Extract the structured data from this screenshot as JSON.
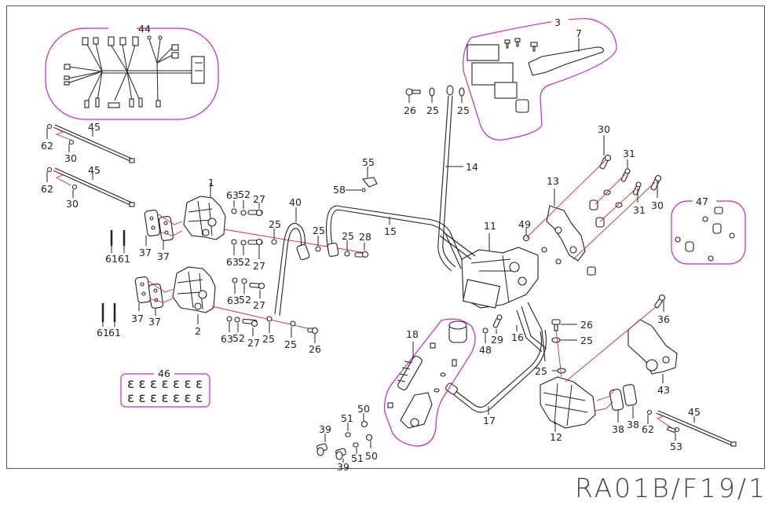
{
  "diagram": {
    "title": "Brake system / ABS exploded parts view",
    "drawing_code": "RA01B/F19/1",
    "colors": {
      "group_outline": "#c22cc2",
      "assembly_line": "#d0302a",
      "ink": "#222222"
    },
    "labels": {
      "l44": "44",
      "l45a": "45",
      "l45b": "45",
      "l45c": "45",
      "l62a": "62",
      "l62b": "62",
      "l62c": "62",
      "l30a": "30",
      "l30b": "30",
      "l30c": "30",
      "l30d": "30",
      "l1": "1",
      "l2": "2",
      "l3": "3",
      "l7": "7",
      "l63a": "63",
      "l52a": "52",
      "l27a": "27",
      "l63b": "63",
      "l52b": "52",
      "l27b": "27",
      "l63c": "63",
      "l52c": "52",
      "l27c": "27",
      "l63d": "63",
      "l52d": "52",
      "l27d": "27",
      "l37a": "37",
      "l37b": "37",
      "l37c": "37",
      "l37d": "37",
      "l61a": "61",
      "l61b": "61",
      "l61c": "61",
      "l61d": "61",
      "l40": "40",
      "l15": "15",
      "l14": "14",
      "l11": "11",
      "l13": "13",
      "l16": "16",
      "l17": "17",
      "l18": "18",
      "l12": "12",
      "l25a": "25",
      "l25b": "25",
      "l25c": "25",
      "l25d": "25",
      "l25e": "25",
      "l25f": "25",
      "l25g": "25",
      "l25h": "25",
      "l25i": "25",
      "l26a": "26",
      "l26b": "26",
      "l26c": "26",
      "l28": "28",
      "l55": "55",
      "l58": "58",
      "l31a": "31",
      "l31b": "31",
      "l49": "49",
      "l47": "47",
      "l29": "29",
      "l48": "48",
      "l36": "36",
      "l43": "43",
      "l38a": "38",
      "l38b": "38",
      "l53": "53",
      "l46": "46",
      "l39a": "39",
      "l39b": "39",
      "l51a": "51",
      "l51b": "51",
      "l50a": "50",
      "l50b": "50"
    },
    "clip_glyph": "ε"
  }
}
